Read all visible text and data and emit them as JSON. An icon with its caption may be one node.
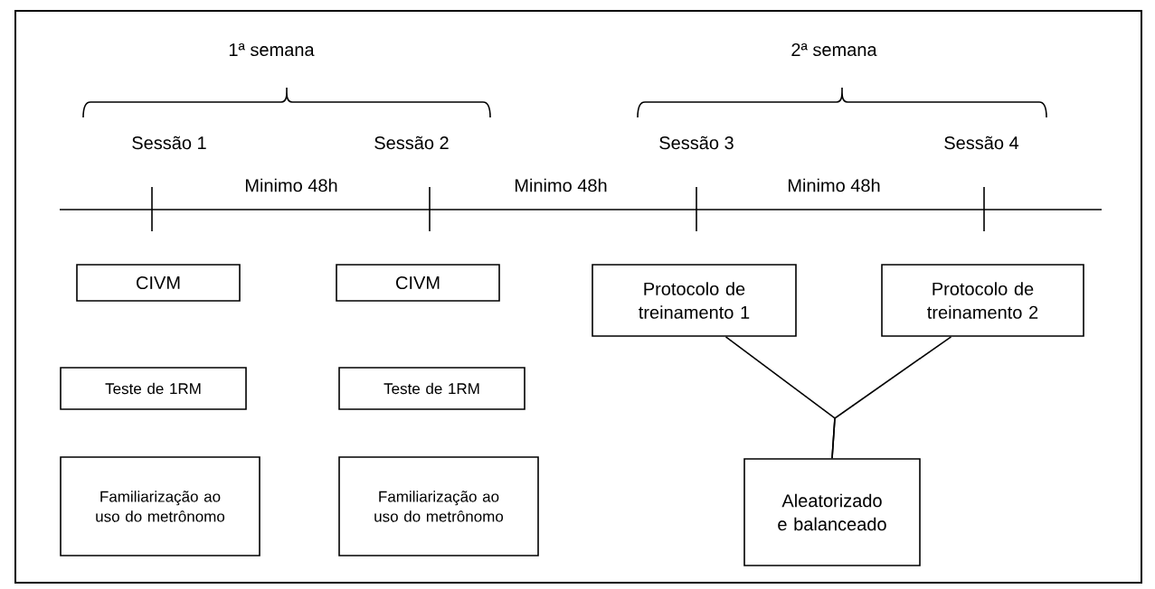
{
  "diagram": {
    "nodes": [
      {
        "text": [
          "CIVM"
        ]
      },
      {
        "text": [
          "CIVM"
        ]
      },
      {
        "text": [
          "Protocolo de treinamento 1"
        ]
      },
      {
        "text": [
          "Protocolo de treinamento 2"
        ]
      },
      {
        "text": [
          "Teste de 1RM"
        ]
      },
      {
        "text": [
          "Teste de 1RM"
        ]
      },
      {
        "text": [
          "Familiarização ao uso do metrônomo"
        ]
      },
      {
        "text": [
          "Familiarização ao uso do metrônomo"
        ]
      },
      {
        "text": [
          "Aleatorizado e balanceado"
        ]
      }
    ],
    "edges": [
      {
        "from": 2,
        "to": 8,
        "arrow": "none"
      },
      {
        "from": 3,
        "to": 8,
        "arrow": "none"
      }
    ],
    "labels": [
      "1ª semana",
      "2ª semana",
      "Sessão 1",
      "Sessão 2",
      "Sessão 3",
      "Sessão 4",
      "Minimo 48h",
      "Minimo 48h",
      "Minimo 48h"
    ]
  }
}
